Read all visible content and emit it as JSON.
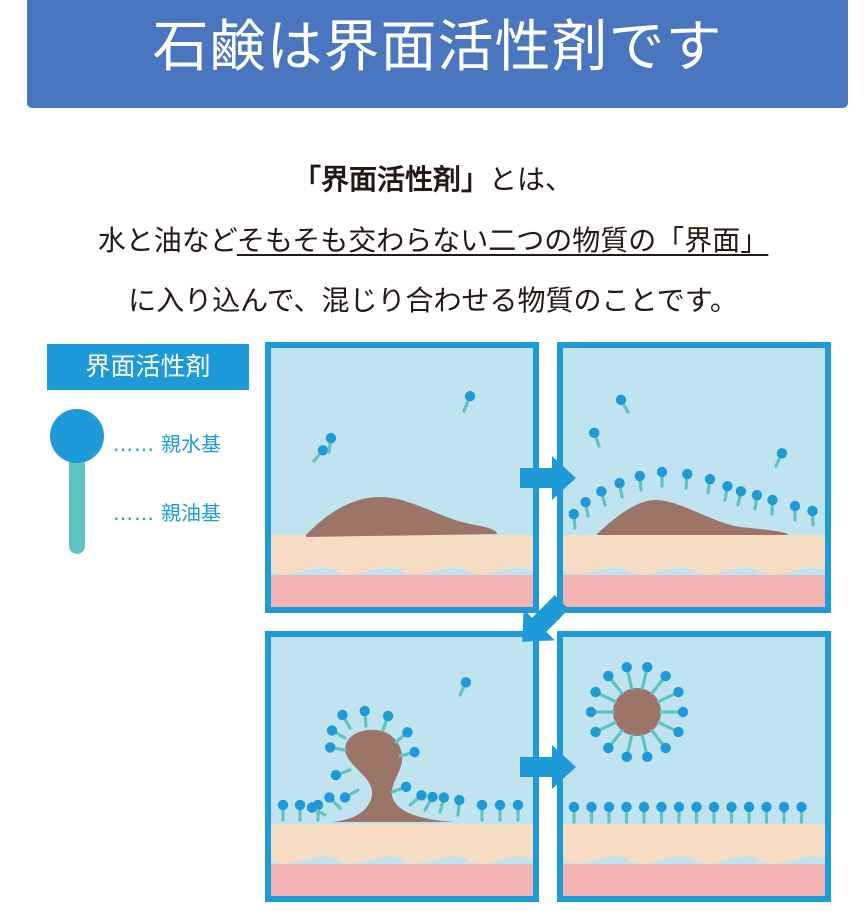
{
  "title": "石鹸は界面活性剤です",
  "intro": {
    "line1_bold": "「界面活性剤」",
    "line1_rest": "とは、",
    "line2_plain": "水と油など",
    "line2_underlined": "そもそも交わらない二つの物質の「界面」",
    "line3": "に入り込んで、混じり合わせる物質のことです。"
  },
  "legend": {
    "title": "界面活性剤",
    "dots": "……",
    "hydrophilic": "親水基",
    "hydrophobic": "親油基"
  },
  "colors": {
    "title_bg": "#4a76bf",
    "accent_blue": "#1f9ad8",
    "panel_bg": "#bfe4f0",
    "tail": "#5fc4c1",
    "dirt": "#9b7568",
    "skin_top": "#f7dcc4",
    "skin": "#f4b3b3"
  },
  "diagram": {
    "steps": 4,
    "arrows": [
      "right",
      "down-left",
      "right"
    ]
  }
}
